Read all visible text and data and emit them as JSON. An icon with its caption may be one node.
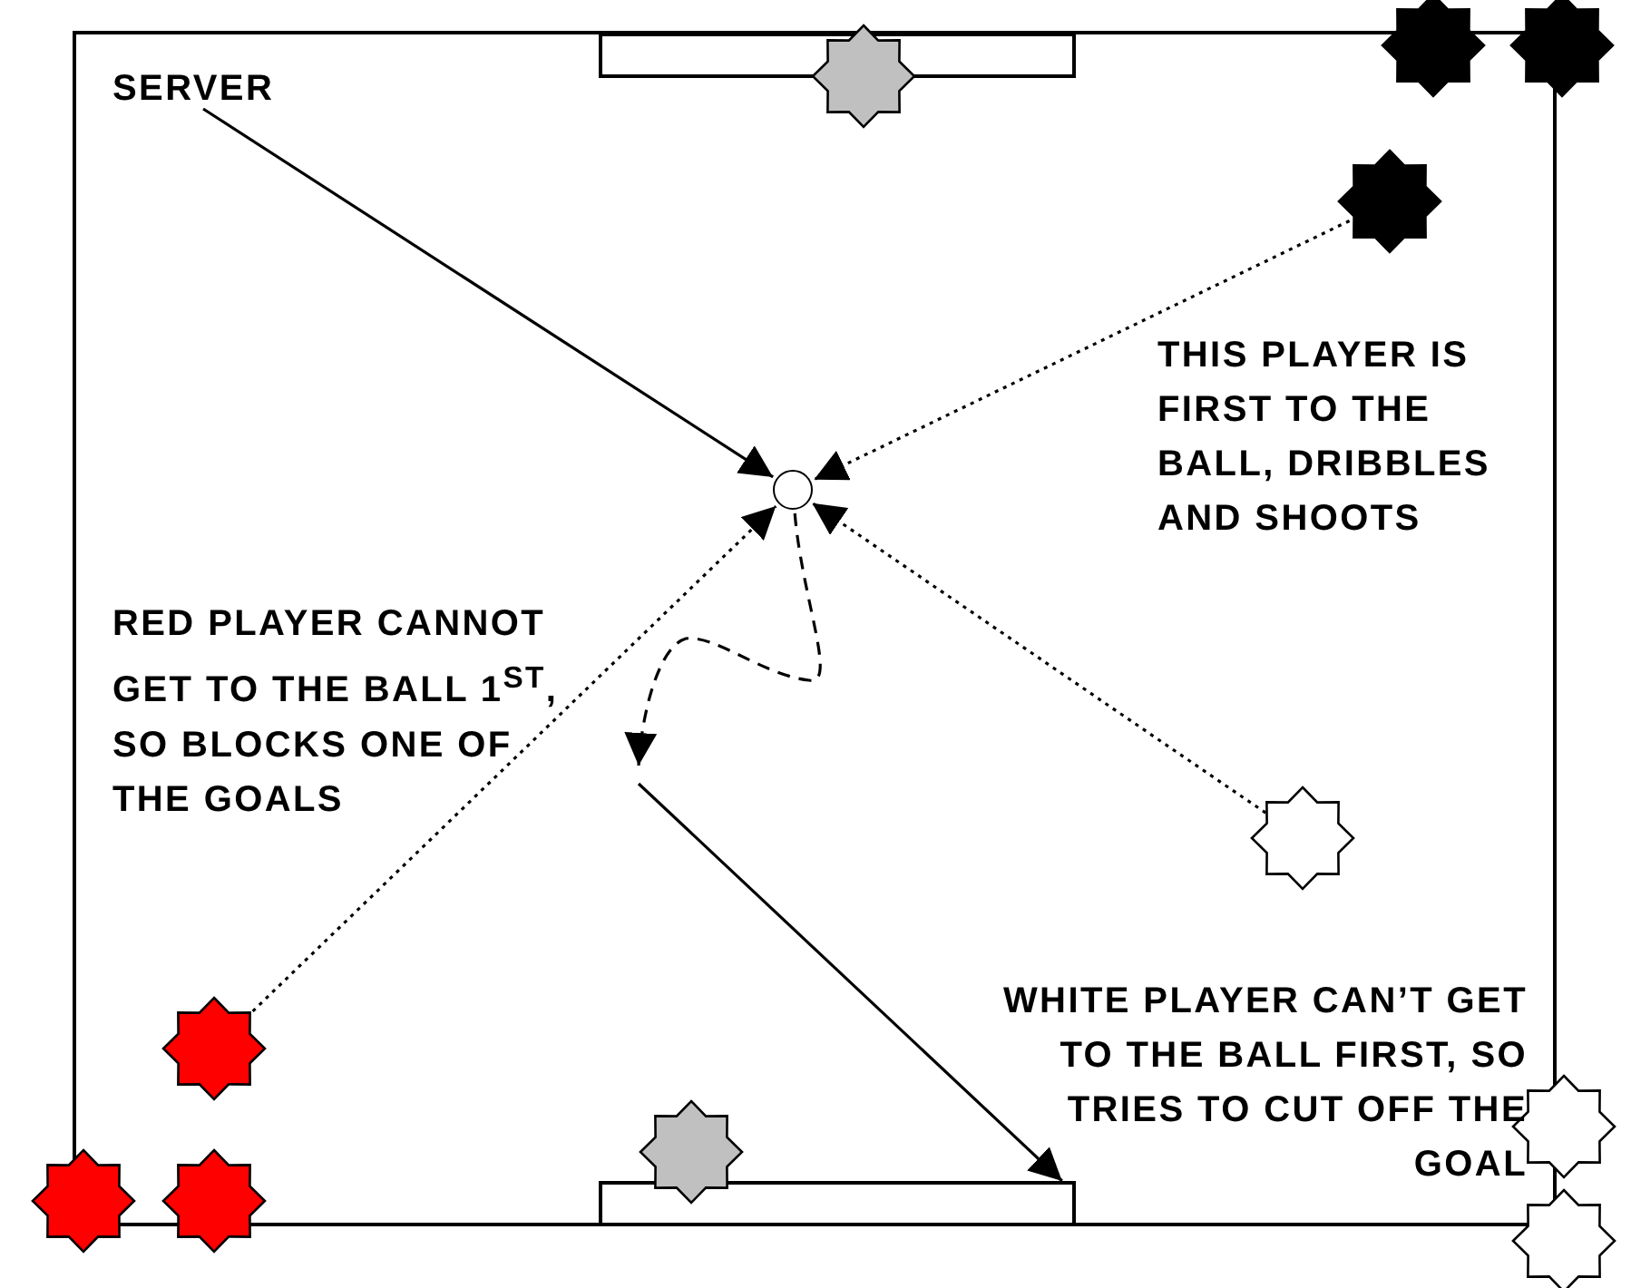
{
  "diagram": {
    "nodes": [
      {
        "text": [
          "SERVER"
        ]
      },
      {
        "text": [],
        "shape": "box"
      },
      {
        "text": [],
        "shape": "star"
      },
      {
        "text": [],
        "shape": "star"
      },
      {
        "text": [],
        "shape": "star"
      },
      {
        "text": [],
        "shape": "star"
      },
      {
        "text": [],
        "shape": "circle"
      },
      {
        "text": [],
        "shape": "star"
      },
      {
        "text": [],
        "shape": "star"
      },
      {
        "text": [],
        "shape": "star"
      },
      {
        "text": [],
        "shape": "star"
      },
      {
        "text": [],
        "shape": "box"
      },
      {
        "text": [],
        "shape": "star"
      },
      {
        "text": [],
        "shape": "star"
      },
      {
        "text": [],
        "shape": "star"
      }
    ],
    "edges": [
      {
        "from": 0,
        "to": 6,
        "arrow": "to"
      },
      {
        "from": 5,
        "to": 6,
        "arrow": "to",
        "style": "dashed"
      },
      {
        "from": 7,
        "to": 6,
        "arrow": "to",
        "style": "dashed"
      },
      {
        "from": 8,
        "to": 6,
        "arrow": "to",
        "style": "dashed"
      },
      {
        "from": 6,
        "to": null,
        "arrow": "to",
        "style": "dashed"
      },
      {
        "from": null,
        "to": 11,
        "arrow": "to"
      }
    ],
    "labels": [
      "THIS PLAYER IS FIRST TO THE BALL, DRIBBLES AND SHOOTS",
      "RED PLAYER CANNOT GET TO THE BALL 1$^{ST}$, SO BLOCKS ONE OF THE GOALS",
      "WHITE PLAYER CAN’T GET TO THE BALL FIRST, SO TRIES TO CUT OFF THE GOAL"
    ]
  }
}
